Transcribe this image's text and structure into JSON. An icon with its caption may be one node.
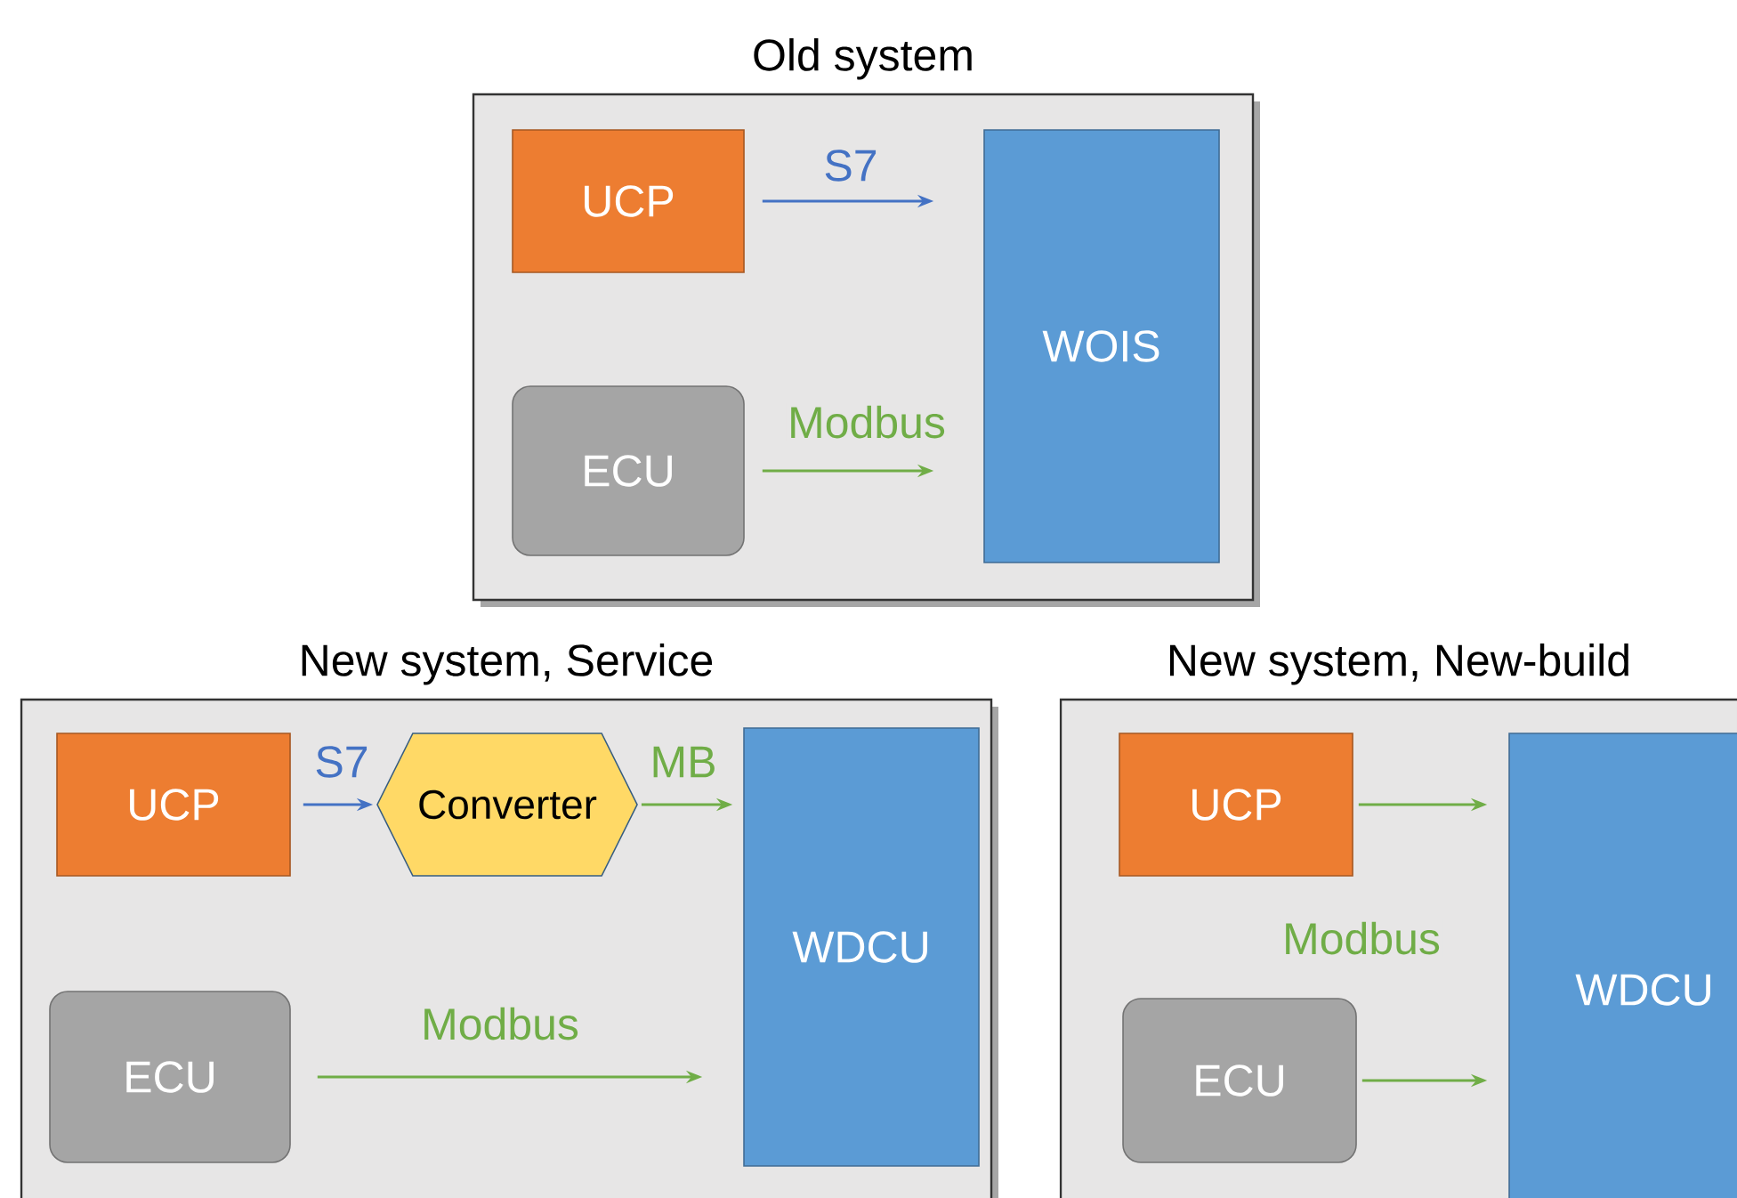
{
  "diagram": {
    "nodes": [
      {
        "text": [
          "Old system"
        ]
      },
      {
        "text": [
          "UCP"
        ],
        "in": 0
      },
      {
        "text": [
          "ECU"
        ],
        "in": 0
      },
      {
        "text": [
          "WOIS"
        ],
        "in": 0
      },
      {
        "text": [
          "New system, Service"
        ]
      },
      {
        "text": [
          "UCP"
        ],
        "in": 4
      },
      {
        "text": [
          "Converter"
        ],
        "in": 4
      },
      {
        "text": [
          "ECU"
        ],
        "in": 4
      },
      {
        "text": [
          "WDCU"
        ],
        "in": 4
      },
      {
        "text": [
          "New system, New-build"
        ]
      },
      {
        "text": [
          "UCP"
        ],
        "in": 9
      },
      {
        "text": [
          "ECU"
        ],
        "in": 9
      },
      {
        "text": [
          "WDCU"
        ],
        "in": 9
      }
    ],
    "edges": [
      {
        "from": 1,
        "to": 3,
        "arrow": "to",
        "label": "S7",
        "color": "#4472c4"
      },
      {
        "from": 2,
        "to": 3,
        "arrow": "to",
        "label": "Modbus"
      },
      {
        "from": 5,
        "to": 6,
        "arrow": "to",
        "label": "S7",
        "color": "#4472c4"
      },
      {
        "from": 6,
        "to": 8,
        "arrow": "to",
        "label": "MB"
      },
      {
        "from": 7,
        "to": 8,
        "arrow": "to",
        "label": "Modbus"
      },
      {
        "from": 10,
        "to": 12,
        "arrow": "to"
      },
      {
        "from": 11,
        "to": 12,
        "arrow": "to"
      }
    ],
    "labels": [
      "Modbus"
    ]
  }
}
